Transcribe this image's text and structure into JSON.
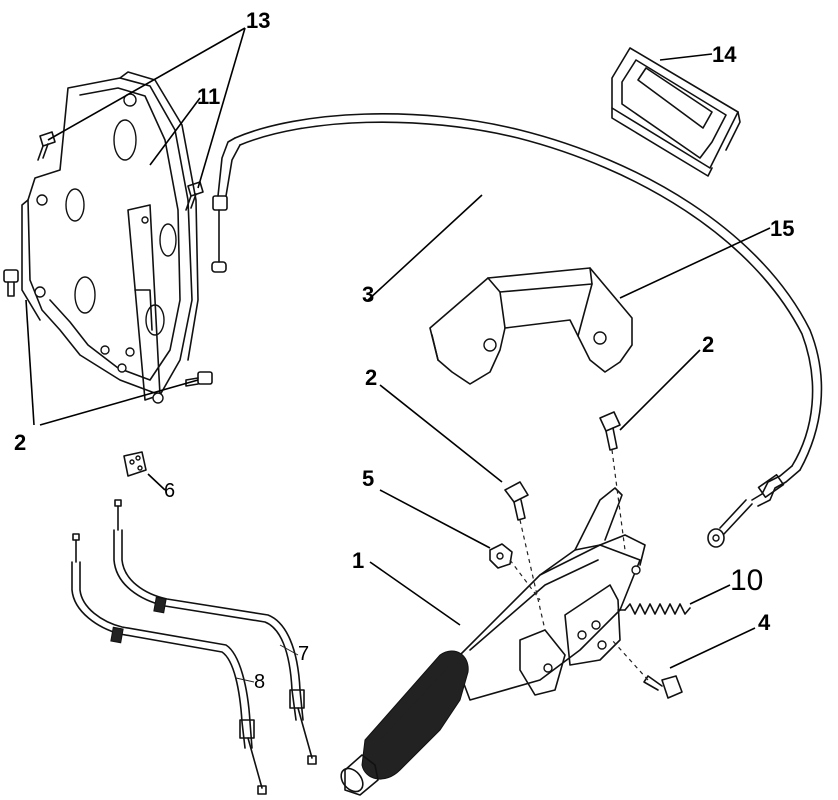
{
  "callouts": [
    {
      "id": "c1",
      "text": "1"
    },
    {
      "id": "c2a",
      "text": "2"
    },
    {
      "id": "c2b",
      "text": "2"
    },
    {
      "id": "c2c",
      "text": "2"
    },
    {
      "id": "c3",
      "text": "3"
    },
    {
      "id": "c4",
      "text": "4"
    },
    {
      "id": "c5",
      "text": "5"
    },
    {
      "id": "c6",
      "text": "6"
    },
    {
      "id": "c7",
      "text": "7"
    },
    {
      "id": "c8",
      "text": "8"
    },
    {
      "id": "c10",
      "text": "10"
    },
    {
      "id": "c11",
      "text": "11"
    },
    {
      "id": "c13",
      "text": "13"
    },
    {
      "id": "c14",
      "text": "14"
    },
    {
      "id": "c15",
      "text": "15"
    }
  ]
}
